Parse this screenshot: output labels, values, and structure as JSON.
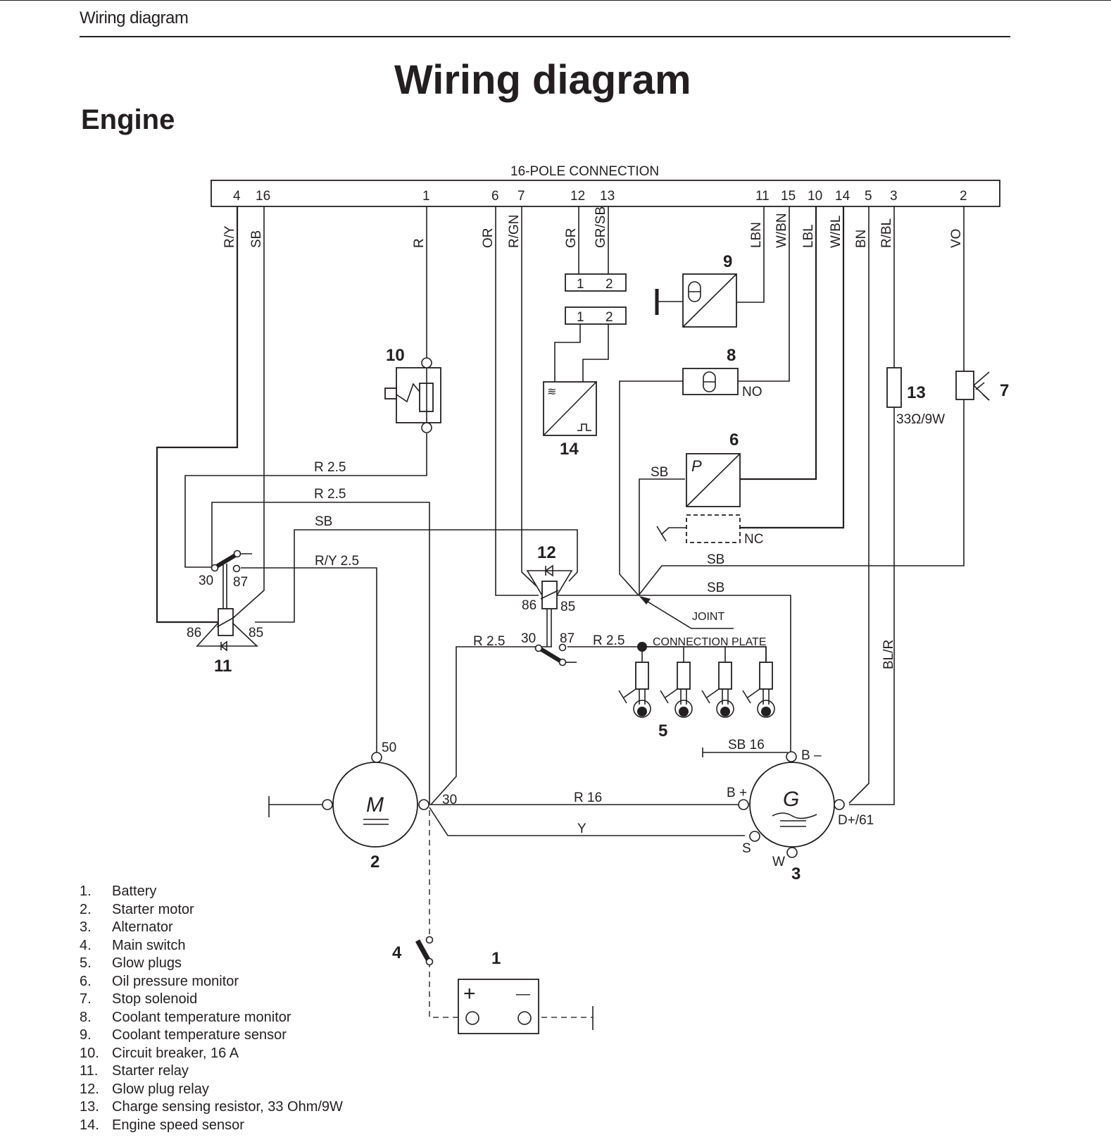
{
  "header": {
    "running_title": "Wiring diagram"
  },
  "title": "Wiring diagram",
  "section": "Engine",
  "connector": {
    "title": "16-POLE CONNECTION",
    "pins": [
      {
        "pin": "4",
        "wire": "R/Y"
      },
      {
        "pin": "16",
        "wire": "SB"
      },
      {
        "pin": "1",
        "wire": "R"
      },
      {
        "pin": "6",
        "wire": "OR"
      },
      {
        "pin": "7",
        "wire": "R/GN"
      },
      {
        "pin": "12",
        "wire": "GR"
      },
      {
        "pin": "13",
        "wire": "GR/SB"
      },
      {
        "pin": "11",
        "wire": "LBN"
      },
      {
        "pin": "15",
        "wire": "W/BN"
      },
      {
        "pin": "10",
        "wire": "LBL"
      },
      {
        "pin": "14",
        "wire": "W/BL"
      },
      {
        "pin": "5",
        "wire": "BN"
      },
      {
        "pin": "3",
        "wire": "R/BL"
      },
      {
        "pin": "2",
        "wire": "VO"
      }
    ]
  },
  "plug": {
    "pins_a": [
      "1",
      "2"
    ],
    "pins_b": [
      "1",
      "2"
    ]
  },
  "wire_labels": {
    "r25_a": "R 2.5",
    "r25_b": "R 2.5",
    "sb_top": "SB",
    "ry25": "R/Y 2.5",
    "r25_c": "R 2.5",
    "r25_d": "R 2.5",
    "sb_oil": "SB",
    "sb_stop": "SB",
    "sb_joint": "SB",
    "joint": "JOINT",
    "connection_plate": "CONNECTION PLATE",
    "sb16": "SB 16",
    "r16": "R 16",
    "y": "Y",
    "blr": "BL/R",
    "no": "NO",
    "nc": "NC",
    "resistor_value": "33Ω/9W"
  },
  "terminals": {
    "relay11": {
      "t30": "30",
      "t87": "87",
      "t86": "86",
      "t85": "85"
    },
    "relay12": {
      "t86": "86",
      "t85": "85",
      "t30": "30",
      "t87": "87"
    },
    "starter": {
      "t50": "50",
      "t30": "30",
      "symbol": "M"
    },
    "alternator": {
      "bminus": "B –",
      "bplus": "B +",
      "dplus": "D+/61",
      "s": "S",
      "w": "W",
      "symbol": "G"
    },
    "oil": {
      "symbol": "P"
    }
  },
  "component_numbers": {
    "c1": "1",
    "c2": "2",
    "c3": "3",
    "c4": "4",
    "c5": "5",
    "c6": "6",
    "c7": "7",
    "c8": "8",
    "c9": "9",
    "c10": "10",
    "c11": "11",
    "c12": "12",
    "c13": "13",
    "c14": "14"
  },
  "battery": {
    "plus": "+",
    "minus": "—"
  },
  "legend": [
    {
      "n": "1.",
      "label": "Battery"
    },
    {
      "n": "2.",
      "label": "Starter motor"
    },
    {
      "n": "3.",
      "label": "Alternator"
    },
    {
      "n": "4.",
      "label": "Main switch"
    },
    {
      "n": "5.",
      "label": "Glow plugs"
    },
    {
      "n": "6.",
      "label": "Oil pressure monitor"
    },
    {
      "n": "7.",
      "label": "Stop solenoid"
    },
    {
      "n": "8.",
      "label": "Coolant temperature monitor"
    },
    {
      "n": "9.",
      "label": "Coolant temperature sensor"
    },
    {
      "n": "10.",
      "label": "Circuit breaker, 16 A"
    },
    {
      "n": "11.",
      "label": "Starter relay"
    },
    {
      "n": "12.",
      "label": "Glow plug relay"
    },
    {
      "n": "13.",
      "label": "Charge sensing resistor, 33 Ohm/9W"
    },
    {
      "n": "14.",
      "label": "Engine speed sensor"
    }
  ]
}
